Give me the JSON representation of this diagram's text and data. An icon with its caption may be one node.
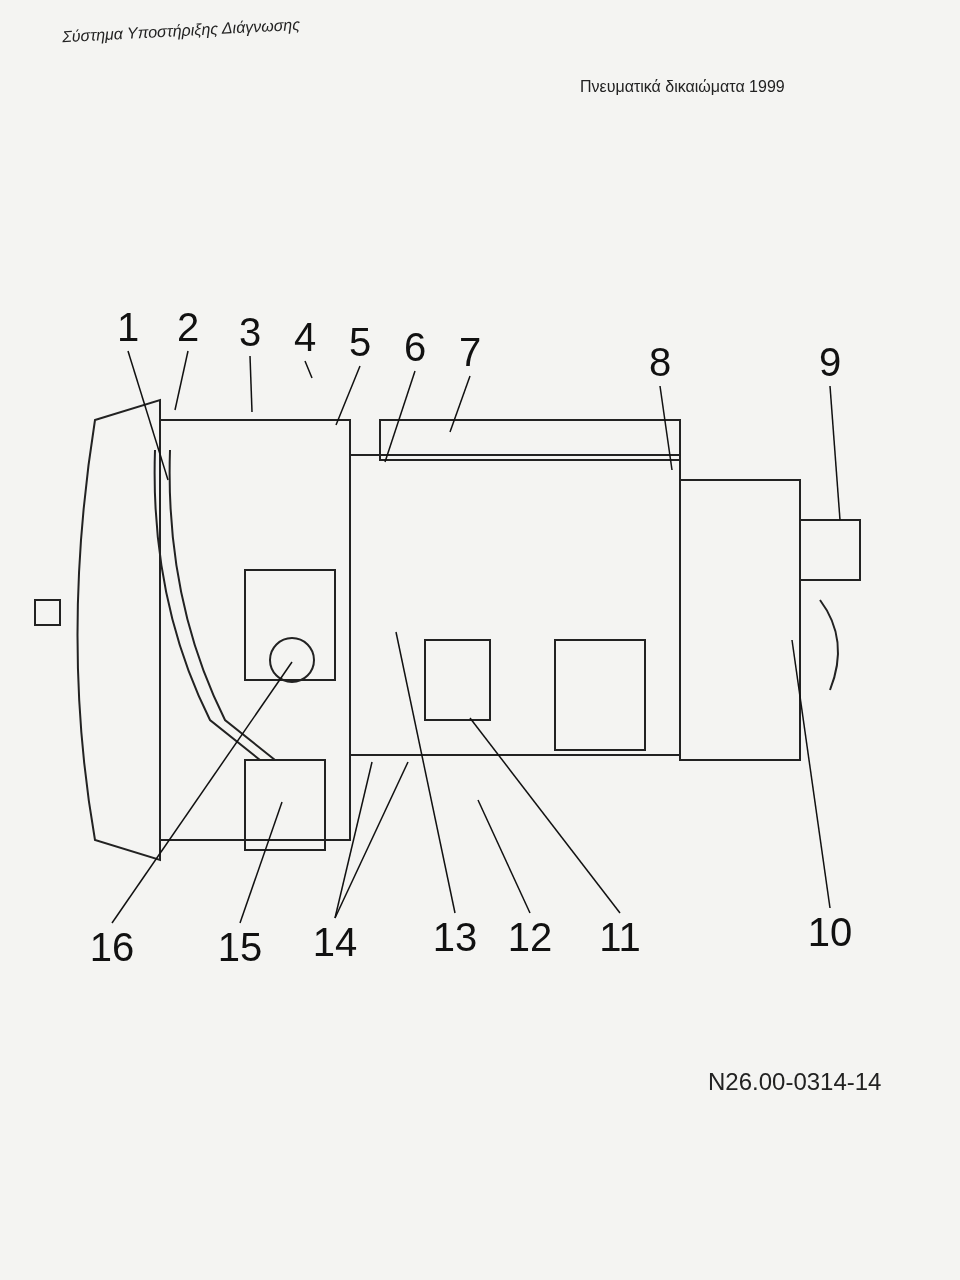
{
  "diagram": {
    "nodes": [
      {
        "text": [
          "1"
        ]
      },
      {
        "text": [
          "2"
        ]
      },
      {
        "text": [
          "3"
        ]
      },
      {
        "text": [
          "4"
        ]
      },
      {
        "text": [
          "5"
        ]
      },
      {
        "text": [
          "6"
        ]
      },
      {
        "text": [
          "7"
        ]
      },
      {
        "text": [
          "8"
        ]
      },
      {
        "text": [
          "9"
        ]
      },
      {
        "text": [
          "16"
        ]
      },
      {
        "text": [
          "15"
        ]
      },
      {
        "text": [
          "14"
        ]
      },
      {
        "text": [
          "13"
        ]
      },
      {
        "text": [
          "12"
        ]
      },
      {
        "text": [
          "11"
        ]
      },
      {
        "text": [
          "10"
        ]
      }
    ],
    "edges": [
      {
        "from": 0,
        "to": null,
        "arrow": "none"
      },
      {
        "from": 1,
        "to": null,
        "arrow": "none"
      },
      {
        "from": 2,
        "to": null,
        "arrow": "none"
      },
      {
        "from": 3,
        "to": null,
        "arrow": "none"
      },
      {
        "from": 4,
        "to": null,
        "arrow": "none"
      },
      {
        "from": 5,
        "to": null,
        "arrow": "none"
      },
      {
        "from": 6,
        "to": null,
        "arrow": "none"
      },
      {
        "from": 7,
        "to": null,
        "arrow": "none"
      },
      {
        "from": 8,
        "to": null,
        "arrow": "none"
      },
      {
        "from": 9,
        "to": null,
        "arrow": "none"
      },
      {
        "from": 10,
        "to": null,
        "arrow": "none"
      },
      {
        "from": 11,
        "to": null,
        "arrow": "none"
      },
      {
        "from": 11,
        "to": null,
        "arrow": "none"
      },
      {
        "from": 12,
        "to": null,
        "arrow": "none"
      },
      {
        "from": 13,
        "to": null,
        "arrow": "none"
      },
      {
        "from": 14,
        "to": null,
        "arrow": "none"
      },
      {
        "from": 15,
        "to": null,
        "arrow": "none"
      }
    ],
    "labels": [
      "Σύστημα Υποστήριξης Διάγνωσης",
      "Πνευματικά δικαιώματα 1999",
      "N26.00-0314-14"
    ]
  }
}
